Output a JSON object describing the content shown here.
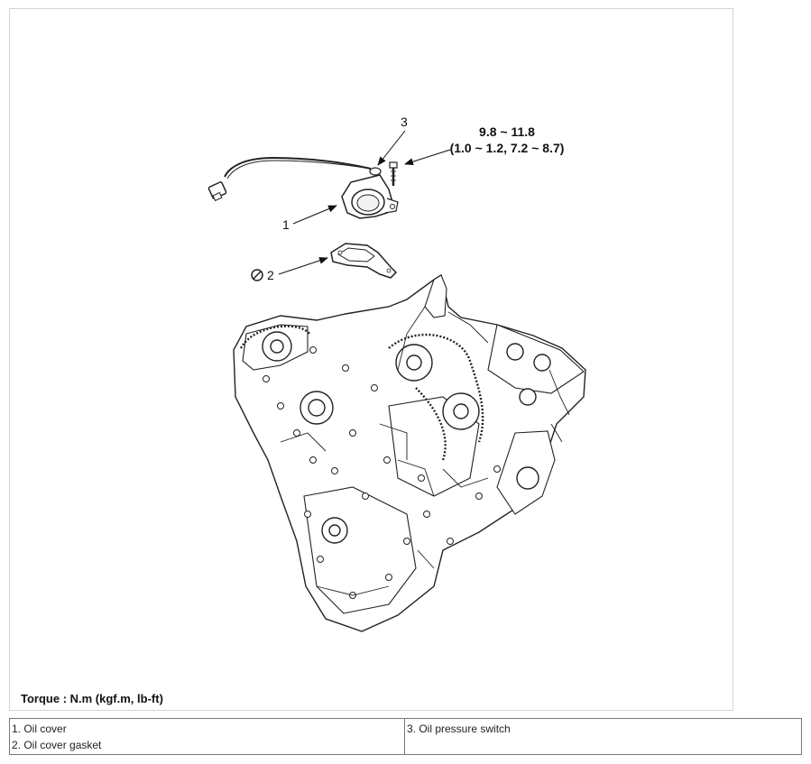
{
  "figure": {
    "callouts": {
      "one": "1",
      "two": "2",
      "three": "3"
    },
    "torque_value": "9.8 ~ 11.8",
    "torque_conversion": "(1.0 ~ 1.2, 7.2 ~ 8.7)",
    "torque_note": "Torque : N.m (kgf.m, lb-ft)"
  },
  "legend": {
    "left": [
      "1. Oil cover",
      "2. Oil cover gasket"
    ],
    "right": [
      "3. Oil pressure switch"
    ]
  }
}
